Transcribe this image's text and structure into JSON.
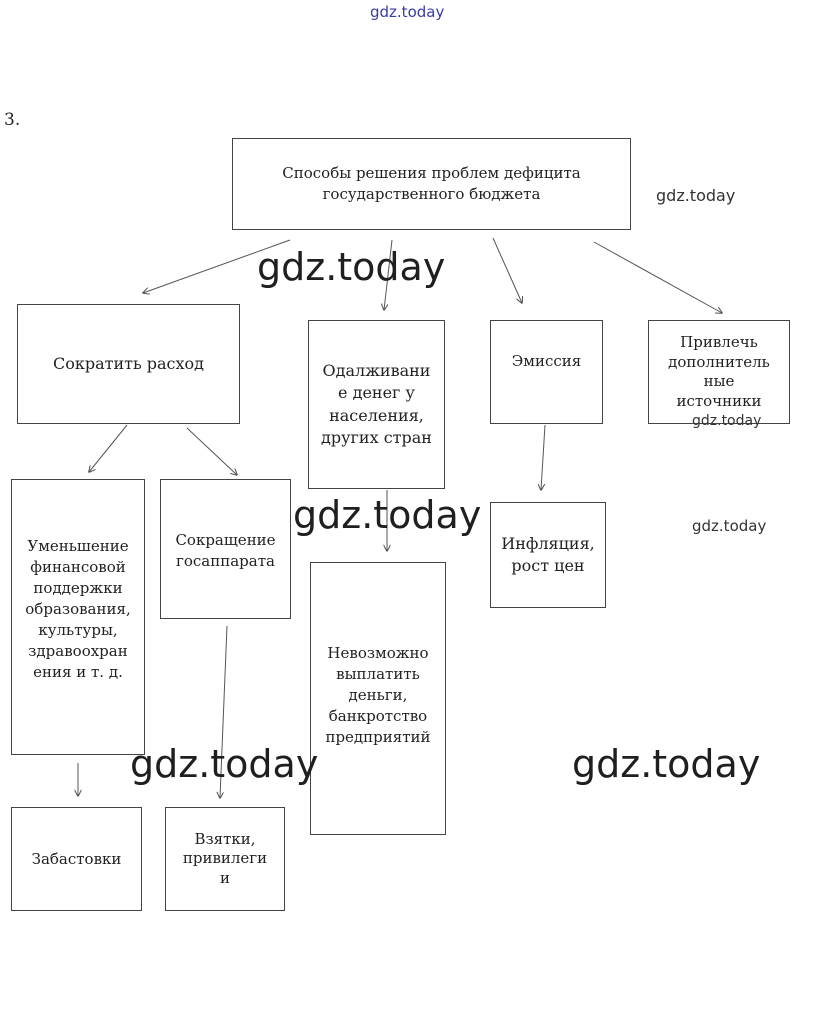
{
  "watermark": "gdz.today",
  "task_number": "3.",
  "nodes": {
    "root": "Способы решения проблем дефицита\nгосударственного бюджета",
    "cut_spending": "Сократить расход",
    "borrow": "Одалживани\nе денег у\nнаселения,\nдругих стран",
    "emission": "Эмиссия",
    "other_sources": "Привлечь\nдополнитель\nные\nисточники",
    "reduce_support": "Уменьшение\nфинансовой\nподдержки\nобразования,\nкультуры,\nздравоохран\nения и т. д.",
    "cut_staff": "Сокращение\nгосаппарата",
    "inflation": "Инфляция,\nрост цен",
    "cannot_pay": "Невозможно\nвыплатить\nденьги,\nбанкротство\nпредприятий",
    "strikes": "Забастовки",
    "bribes": "Взятки,\nпривилеги\nи"
  }
}
